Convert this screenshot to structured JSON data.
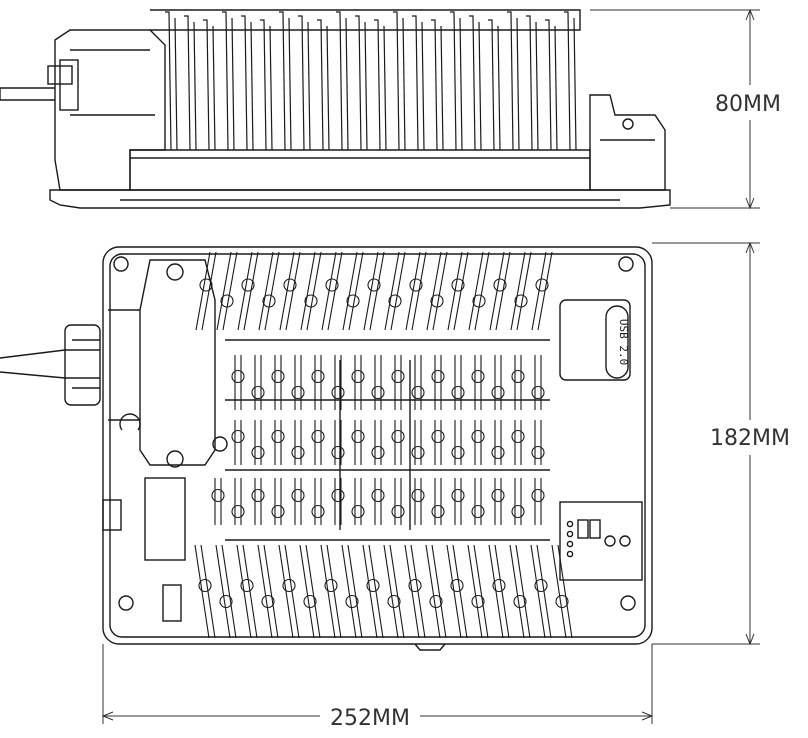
{
  "dimensions": {
    "height": "80MM",
    "depth": "182MM",
    "width": "252MM"
  },
  "port_label": "USB 2.0",
  "colors": {
    "line": "#1a1a1a",
    "dim_line": "#333333",
    "background": "#ffffff"
  }
}
